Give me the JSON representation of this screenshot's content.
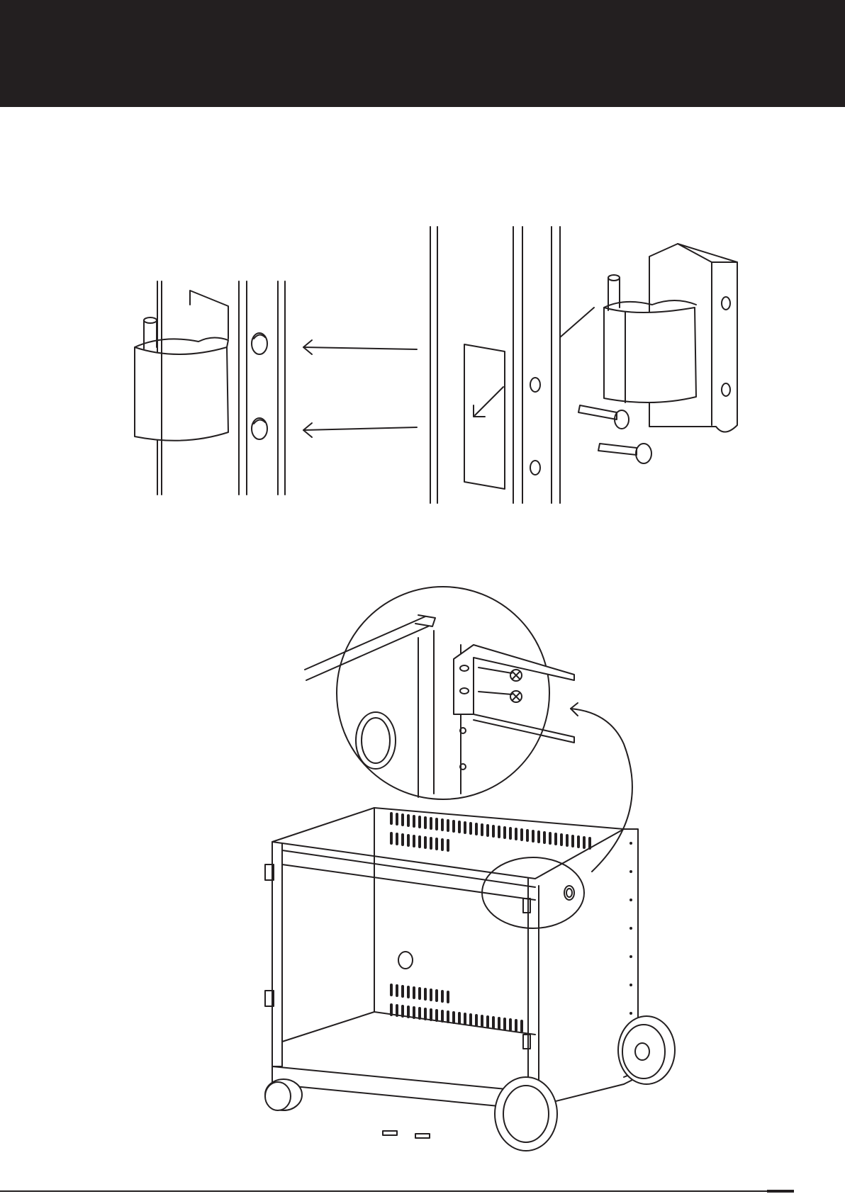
{
  "page": {
    "header_color": "#231f20",
    "line_color": "#231f20",
    "background": "#ffffff"
  },
  "figures": [
    {
      "id": "hinge-assembly",
      "icon": "hinge-detail-illustration"
    },
    {
      "id": "cart-assembly",
      "icon": "grill-cart-illustration"
    }
  ]
}
